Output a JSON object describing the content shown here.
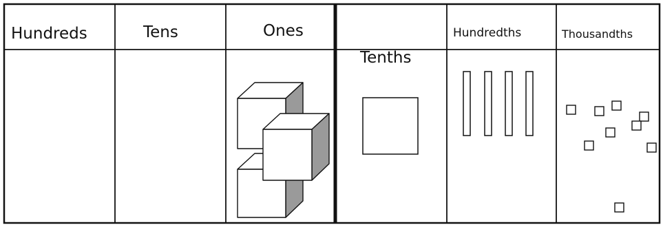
{
  "place_value_chart": {
    "headers": {
      "hundreds": "Hundreds",
      "tens": "Tens",
      "ones": "Ones",
      "tenths": "Tenths",
      "hundredths": "Hundredths",
      "thousandths": "Thousandths"
    },
    "blocks": {
      "ones_cubes": 3,
      "tenths_flats": 1,
      "hundredths_rods": 4,
      "thousandths_units": 9
    },
    "colors": {
      "line": "#111111",
      "cube_shade": "#9a9a9a",
      "background": "#ffffff"
    }
  }
}
